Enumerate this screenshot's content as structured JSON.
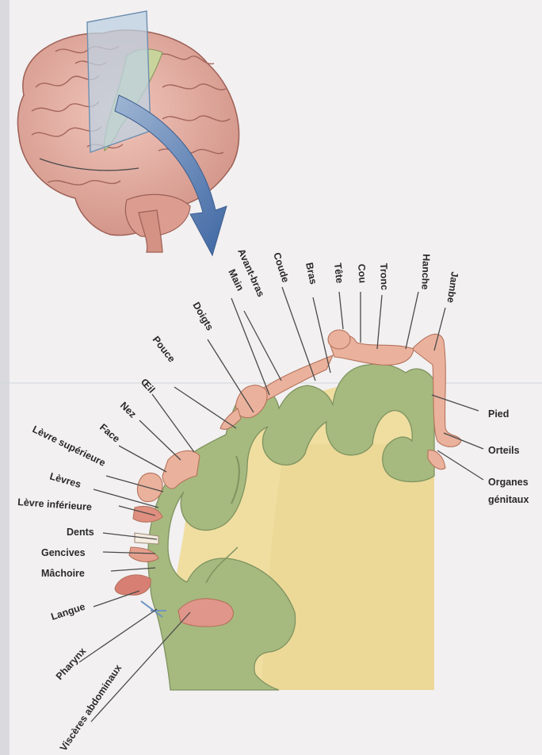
{
  "labels": {
    "top": [
      "Avant-bras",
      "Coude",
      "Bras",
      "Tête",
      "Cou",
      "Tronc",
      "Hanche",
      "Jambe"
    ],
    "upper_left": [
      "Main",
      "Doigts",
      "Pouce",
      "Œil",
      "Nez",
      "Face",
      "Lèvre supérieure",
      "Lèvres"
    ],
    "lower_left": [
      "Lèvre inférieure",
      "Dents",
      "Gencives",
      "Mâchoire",
      "Langue",
      "Pharynx",
      "Viscères abdominaux"
    ],
    "right": [
      "Pied",
      "Orteils",
      "Organes",
      "génitaux"
    ]
  },
  "colors": {
    "cortex": "#a6b97f",
    "white_matter": "#efdea0",
    "brain": "#e7b1a5",
    "homunculus": "#eab29c",
    "arrow": "#5f84b6"
  }
}
